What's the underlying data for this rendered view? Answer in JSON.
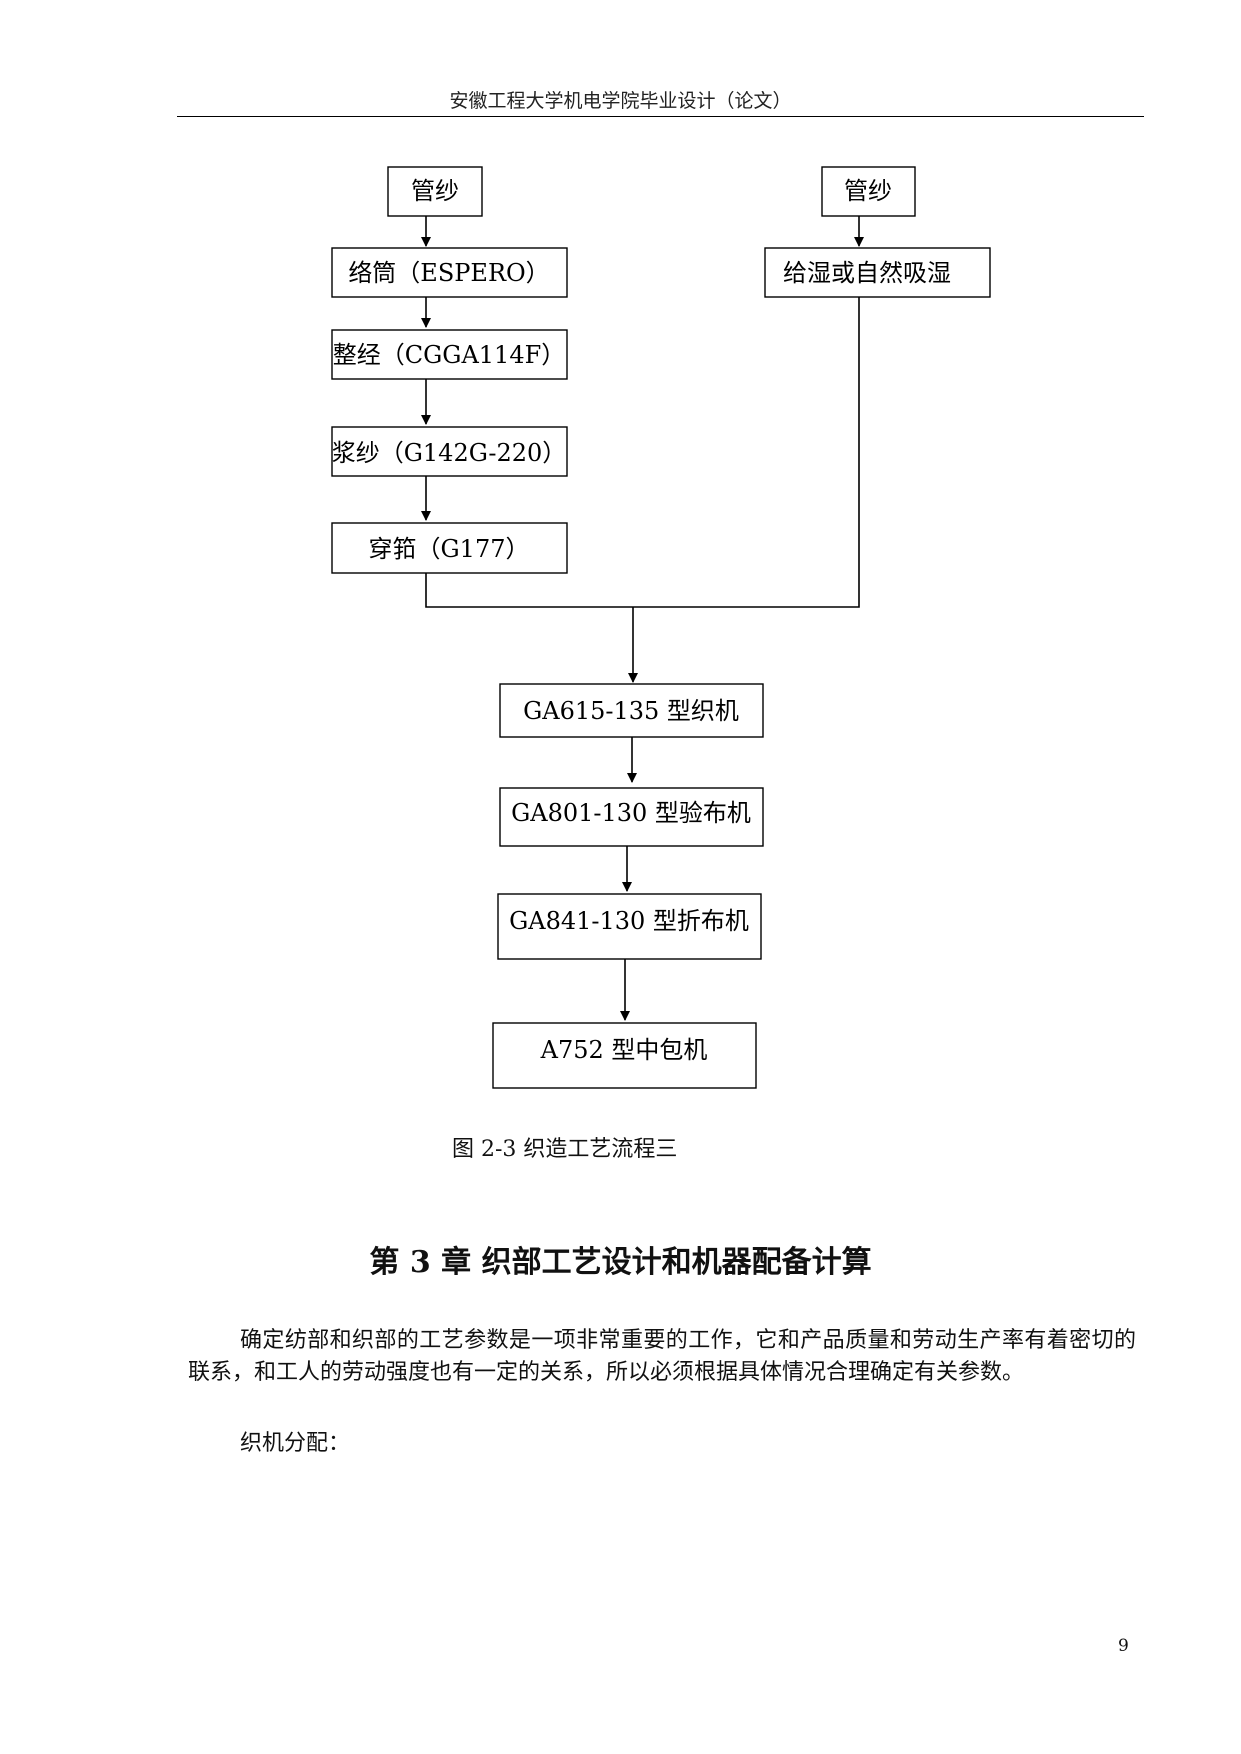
{
  "header": {
    "title": "安徽工程大学机电学院毕业设计（论文）"
  },
  "flowchart": {
    "left_column": [
      "管纱",
      "络筒（ESPERO）",
      "整经（CGGA114F）",
      "浆纱（G142G-220）",
      "穿筘（G177）"
    ],
    "right_column": [
      "管纱",
      "给湿或自然吸湿"
    ],
    "main_column": [
      "GA615-135 型织机",
      "GA801-130 型验布机",
      "GA841-130 型折布机",
      "A752 型中包机"
    ]
  },
  "figure_caption": "图 2-3  织造工艺流程三",
  "chapter_title": "第 3 章  织部工艺设计和机器配备计算",
  "paragraph": "确定纺部和织部的工艺参数是一项非常重要的工作，它和产品质量和劳动生产率有着密切的联系，和工人的劳动强度也有一定的关系，所以必须根据具体情况合理确定有关参数。",
  "paragraph2": "织机分配：",
  "page_number": "9"
}
